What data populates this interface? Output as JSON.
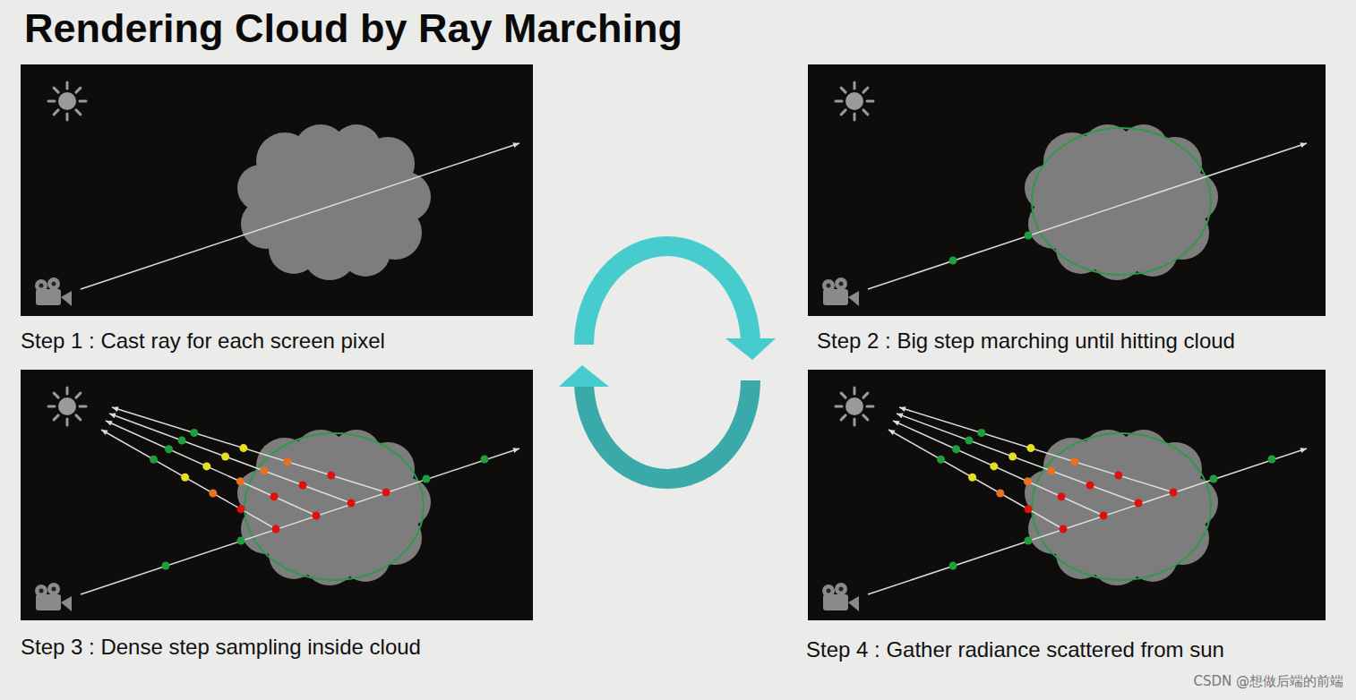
{
  "diagram": {
    "title": "Rendering Cloud by Ray Marching",
    "nodes": [
      {
        "text": [
          "Step 1 : Cast ray for each screen pixel"
        ]
      },
      {
        "text": [
          "Step 2 : Big step marching until hitting cloud"
        ]
      },
      {
        "text": [
          "Step 3 : Dense step sampling inside cloud"
        ]
      },
      {
        "text": [
          "Step 4 : Gather radiance scattered from sun"
        ]
      }
    ],
    "labels": [
      "CSDN @想做后端的前端"
    ]
  }
}
